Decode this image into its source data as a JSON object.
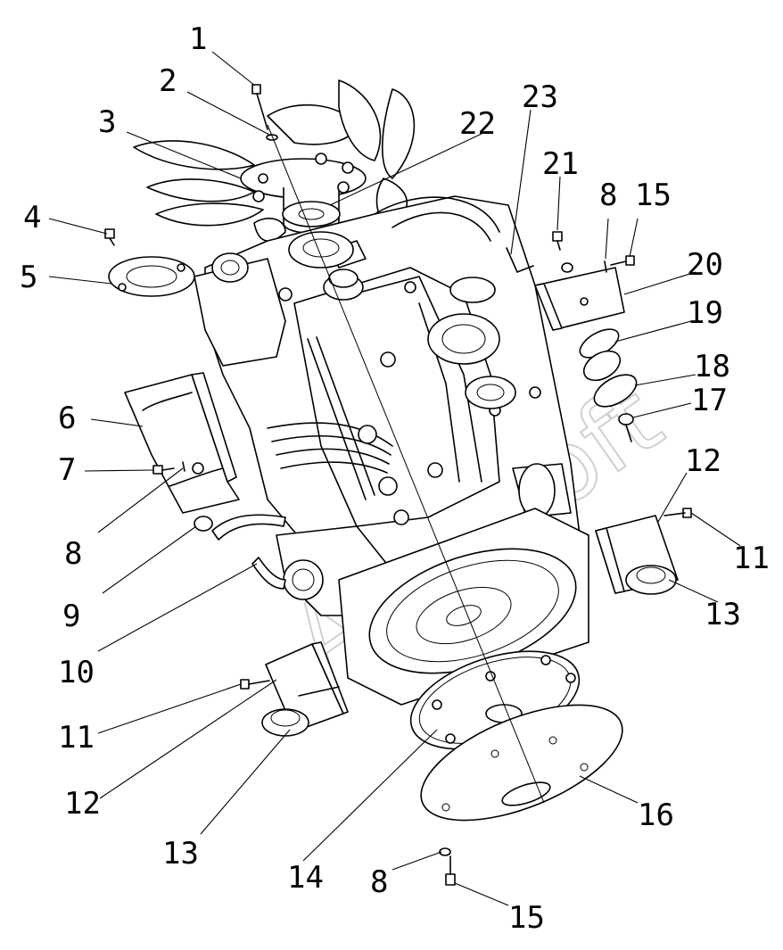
{
  "watermark": "AutoSoft",
  "callouts": [
    {
      "id": "c1",
      "label": "1"
    },
    {
      "id": "c2",
      "label": "2"
    },
    {
      "id": "c3",
      "label": "3"
    },
    {
      "id": "c4",
      "label": "4"
    },
    {
      "id": "c5",
      "label": "5"
    },
    {
      "id": "c6",
      "label": "6"
    },
    {
      "id": "c7",
      "label": "7"
    },
    {
      "id": "c8a",
      "label": "8"
    },
    {
      "id": "c9",
      "label": "9"
    },
    {
      "id": "c10",
      "label": "10"
    },
    {
      "id": "c11a",
      "label": "11"
    },
    {
      "id": "c12a",
      "label": "12"
    },
    {
      "id": "c13a",
      "label": "13"
    },
    {
      "id": "c14",
      "label": "14"
    },
    {
      "id": "c8b",
      "label": "8"
    },
    {
      "id": "c15a",
      "label": "15"
    },
    {
      "id": "c16",
      "label": "16"
    },
    {
      "id": "c13b",
      "label": "13"
    },
    {
      "id": "c11b",
      "label": "11"
    },
    {
      "id": "c12b",
      "label": "12"
    },
    {
      "id": "c17",
      "label": "17"
    },
    {
      "id": "c18",
      "label": "18"
    },
    {
      "id": "c19",
      "label": "19"
    },
    {
      "id": "c20",
      "label": "20"
    },
    {
      "id": "c15b",
      "label": "15"
    },
    {
      "id": "c8c",
      "label": "8"
    },
    {
      "id": "c21",
      "label": "21"
    },
    {
      "id": "c23",
      "label": "23"
    },
    {
      "id": "c22",
      "label": "22"
    }
  ]
}
